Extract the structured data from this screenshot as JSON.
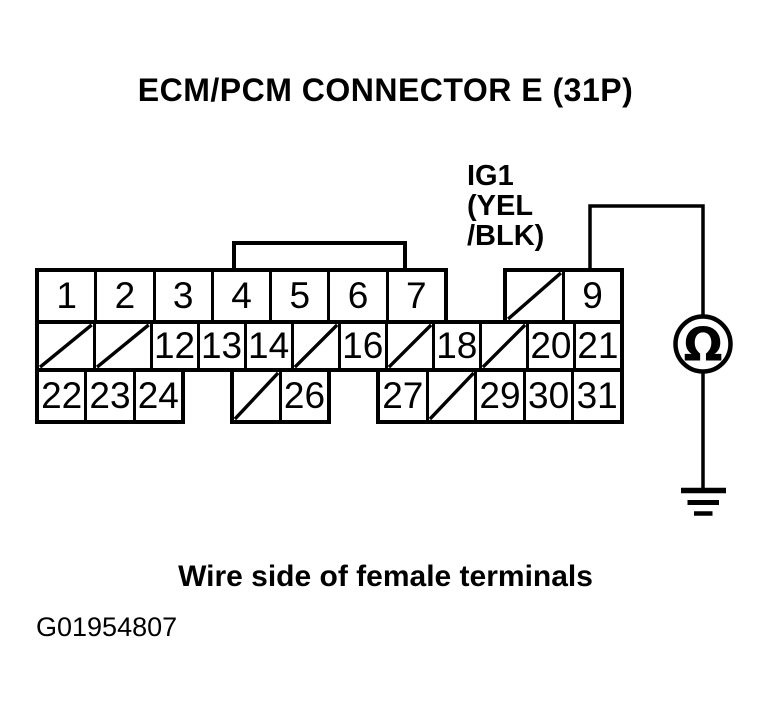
{
  "title": "ECM/PCM CONNECTOR E (31P)",
  "wire_label": {
    "lines": [
      "IG1",
      "(YEL",
      "/BLK)"
    ]
  },
  "connector": {
    "rows": [
      {
        "groups": [
          {
            "cells": [
              "1",
              "2",
              "3",
              "4",
              "5",
              "6",
              "7"
            ]
          },
          {
            "cells": [
              "/",
              "9"
            ]
          }
        ]
      },
      {
        "groups": [
          {
            "cells": [
              "/",
              "/",
              "12",
              "13",
              "14",
              "/",
              "16",
              "/",
              "18",
              "/",
              "20",
              "21"
            ]
          }
        ]
      },
      {
        "groups": [
          {
            "cells": [
              "22",
              "23",
              "24"
            ]
          },
          {
            "cells": [
              "/",
              "26"
            ]
          },
          {
            "cells": [
              "27",
              "/",
              "29",
              "30",
              "31"
            ]
          }
        ]
      }
    ]
  },
  "meter": {
    "symbol": "Ω"
  },
  "caption": "Wire side of female terminals",
  "figure_id": "G01954807",
  "colors": {
    "ink": "#000000",
    "background": "#ffffff"
  }
}
